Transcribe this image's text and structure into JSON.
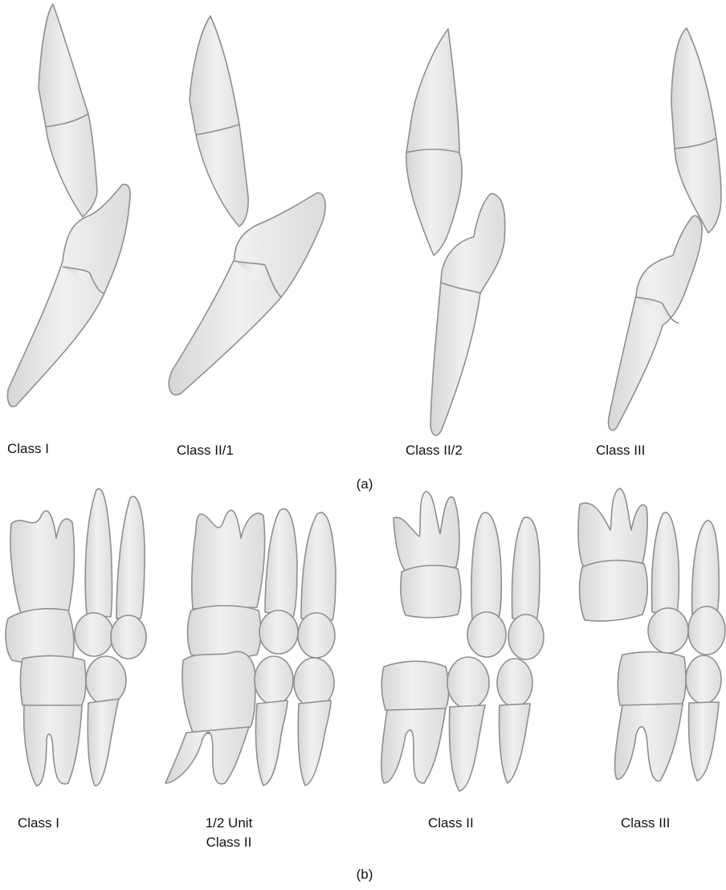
{
  "part_a": {
    "labels": [
      "Class I",
      "Class II/1",
      "Class II/2",
      "Class III"
    ],
    "caption": "(a)"
  },
  "part_b": {
    "labels": [
      "Class I",
      "1/2 Unit",
      "Class II",
      "Class II",
      "Class III"
    ],
    "caption": "(b)"
  }
}
